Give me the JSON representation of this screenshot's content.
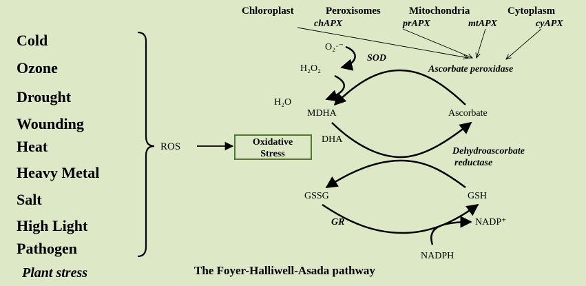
{
  "stressors": [
    "Cold",
    "Ozone",
    "Drought",
    "Wounding",
    "Heat",
    "Heavy Metal",
    "Salt",
    "High Light",
    "Pathogen"
  ],
  "plant_stress_label": "Plant stress",
  "ros_label": "ROS",
  "oxidative_stress": {
    "line1": "Oxidative",
    "line2": "Stress",
    "border_color": "#4e7a2e"
  },
  "organelles": [
    {
      "name": "Chloroplast",
      "isoform": "chAPX"
    },
    {
      "name": "Peroxisomes",
      "isoform": "prAPX"
    },
    {
      "name": "Mitochondria",
      "isoform": "mtAPX"
    },
    {
      "name": "Cytoplasm",
      "isoform": "cyAPX"
    }
  ],
  "enzymes": {
    "sod": "SOD",
    "apx": "Ascorbate peroxidase",
    "dhar_line1": "Dehydroascorbate",
    "dhar_line2": "reductase",
    "gr": "GR"
  },
  "molecules": {
    "superoxide": "O₂·⁻",
    "h2o2": "H₂O₂",
    "h2o": "H₂O",
    "mdha": "MDHA",
    "ascorbate": "Ascorbate",
    "dha": "DHA",
    "gssg": "GSSG",
    "gsh": "GSH",
    "nadp": "NADP⁺",
    "nadph": "NADPH"
  },
  "pathway_title": "The Foyer-Halliwell-Asada pathway",
  "colors": {
    "background": "#dce8c6",
    "box_border": "#4e7a2e",
    "ink": "#000000"
  }
}
